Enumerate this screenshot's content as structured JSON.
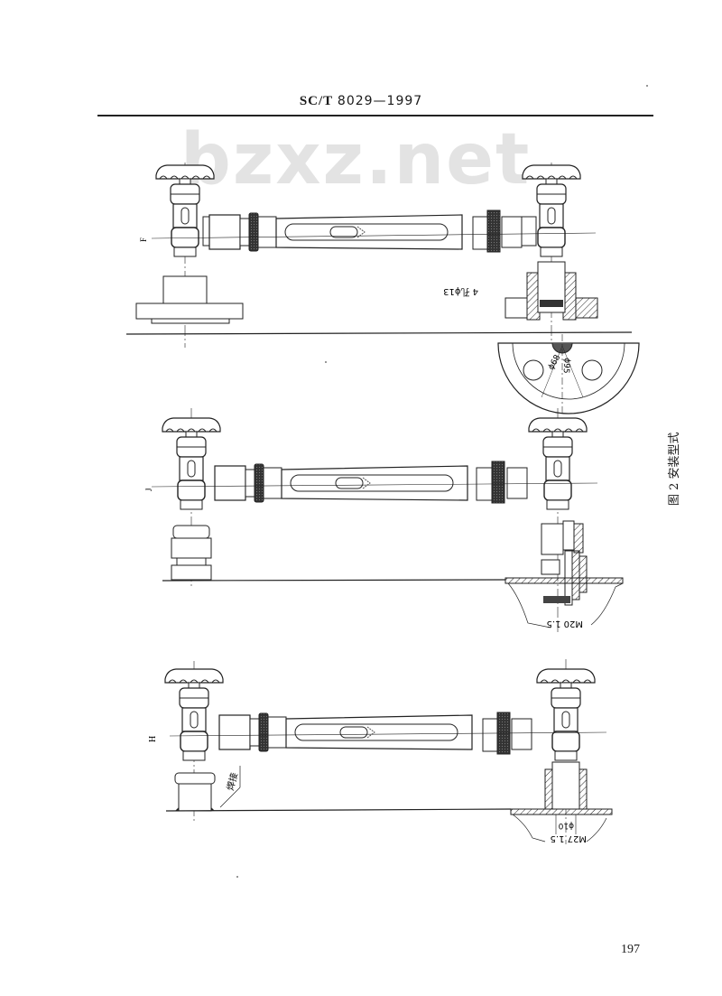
{
  "header": {
    "standard_code": "SC/T",
    "standard_number": "8029—1997"
  },
  "watermark": "bzxz.net",
  "figure": {
    "caption": "图 2  安装型式",
    "drawings": [
      {
        "type_label": "F",
        "annotations": [
          "4 孔ϕ13",
          "ϕ68",
          "ϕ95"
        ]
      },
      {
        "type_label": "J",
        "annotations": [
          "M20  1.5"
        ]
      },
      {
        "type_label": "H",
        "annotations": [
          "焊接",
          "ϕ10",
          "M27  1.5"
        ]
      }
    ]
  },
  "page_number": "197"
}
